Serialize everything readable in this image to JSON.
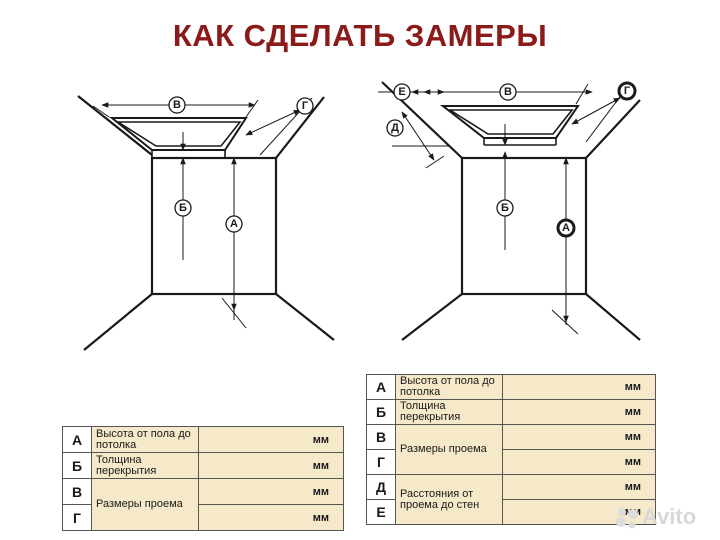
{
  "title": "КАК СДЕЛАТЬ ЗАМЕРЫ",
  "left_diagram": {
    "labels": {
      "a": "А",
      "b": "Б",
      "v": "В",
      "g": "Г"
    }
  },
  "right_diagram": {
    "labels": {
      "a": "А",
      "b": "Б",
      "v": "В",
      "g": "Г",
      "d": "Д",
      "e": "Е"
    }
  },
  "table_left": {
    "rows": [
      {
        "key": "А",
        "desc": "Высота от пола до потолка",
        "unit": "мм"
      },
      {
        "key": "Б",
        "desc": "Толщина перекрытия",
        "unit": "мм"
      },
      {
        "key": "В",
        "desc": "Размеры проема",
        "unit": "мм"
      },
      {
        "key": "Г",
        "desc": "",
        "unit": "мм"
      }
    ]
  },
  "table_right": {
    "rows": [
      {
        "key": "А",
        "desc": "Высота от пола до потолка",
        "unit": "мм"
      },
      {
        "key": "Б",
        "desc": "Толщина перекрытия",
        "unit": "мм"
      },
      {
        "key": "В",
        "desc": "Размеры проема",
        "unit": "мм"
      },
      {
        "key": "Г",
        "desc": "",
        "unit": "мм"
      },
      {
        "key": "Д",
        "desc": "Расстояния от проема до стен",
        "unit": "мм"
      },
      {
        "key": "Е",
        "desc": "",
        "unit": "мм"
      }
    ]
  },
  "watermark": {
    "text": "Avito"
  },
  "colors": {
    "title": "#8b1a1a",
    "table_bg": "#f6e9c9",
    "line": "#1a1a1a"
  }
}
